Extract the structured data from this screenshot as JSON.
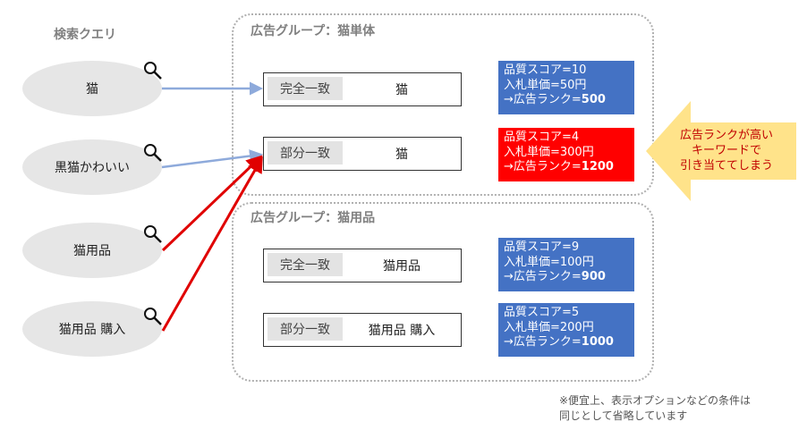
{
  "query_title": "検索クエリ",
  "queries": [
    {
      "label": "猫"
    },
    {
      "label": "黒猫かわいい"
    },
    {
      "label": "猫用品"
    },
    {
      "label": "猫用品 購入"
    }
  ],
  "groups": [
    {
      "title": "広告グループ：猫単体",
      "keywords": [
        {
          "match": "完全一致",
          "keyword": "猫",
          "score": {
            "quality": "品質スコア=10",
            "bid": "入札単価=50円",
            "rank_prefix": "→広告ランク=",
            "rank": "500"
          }
        },
        {
          "match": "部分一致",
          "keyword": "猫",
          "score": {
            "quality": "品質スコア=4",
            "bid": "入札単価=300円",
            "rank_prefix": "→広告ランク=",
            "rank": "1200"
          }
        }
      ]
    },
    {
      "title": "広告グループ：猫用品",
      "keywords": [
        {
          "match": "完全一致",
          "keyword": "猫用品",
          "score": {
            "quality": "品質スコア=9",
            "bid": "入札単価=100円",
            "rank_prefix": "→広告ランク=",
            "rank": "900"
          }
        },
        {
          "match": "部分一致",
          "keyword": "猫用品 購入",
          "score": {
            "quality": "品質スコア=5",
            "bid": "入札単価=200円",
            "rank_prefix": "→広告ランク=",
            "rank": "1000"
          }
        }
      ]
    }
  ],
  "callout": {
    "line1": "広告ランクが高い",
    "line2": "キーワードで",
    "line3": "引き当ててしまう"
  },
  "note": {
    "line1": "※便宜上、表示オプションなどの条件は",
    "line2": "同じとして省略しています"
  },
  "colors": {
    "blue_box": "#4472c4",
    "red_box": "#ff0000",
    "callout": "#ffe38a",
    "arrow_blue": "#8eaadb",
    "arrow_red": "#e00000"
  }
}
